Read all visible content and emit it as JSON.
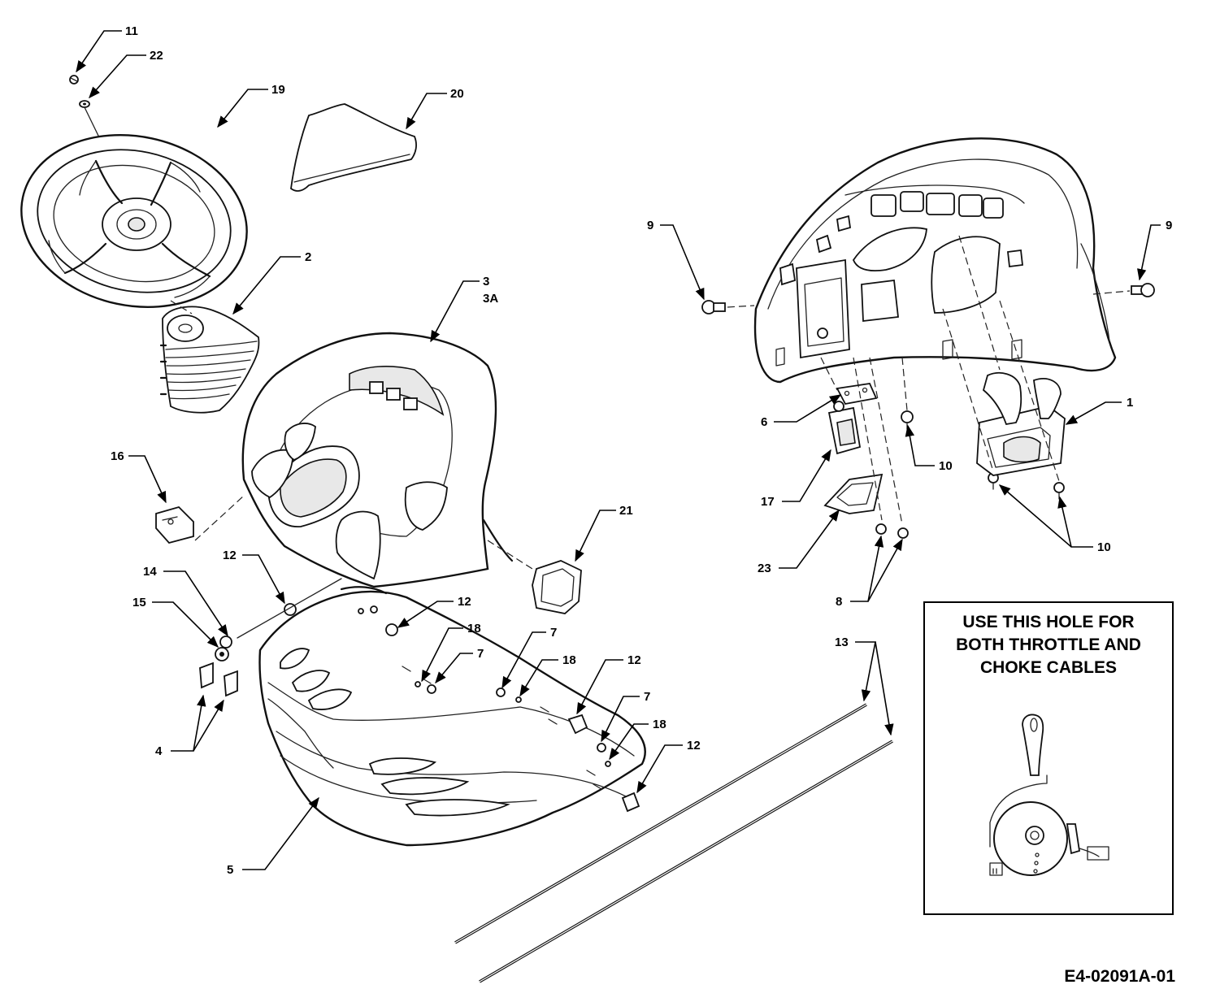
{
  "callouts": [
    {
      "id": "c11",
      "text": "11"
    },
    {
      "id": "c22",
      "text": "22"
    },
    {
      "id": "c19",
      "text": "19"
    },
    {
      "id": "c20",
      "text": "20"
    },
    {
      "id": "c2",
      "text": "2"
    },
    {
      "id": "c3",
      "text": "3"
    },
    {
      "id": "c3a",
      "text": "3A"
    },
    {
      "id": "c16",
      "text": "16"
    },
    {
      "id": "c21",
      "text": "21"
    },
    {
      "id": "c12a",
      "text": "12"
    },
    {
      "id": "c14",
      "text": "14"
    },
    {
      "id": "c15",
      "text": "15"
    },
    {
      "id": "c12b",
      "text": "12"
    },
    {
      "id": "c18a",
      "text": "18"
    },
    {
      "id": "c7a",
      "text": "7"
    },
    {
      "id": "c4",
      "text": "4"
    },
    {
      "id": "c7b",
      "text": "7"
    },
    {
      "id": "c18b",
      "text": "18"
    },
    {
      "id": "c12c",
      "text": "12"
    },
    {
      "id": "c7c",
      "text": "7"
    },
    {
      "id": "c18c",
      "text": "18"
    },
    {
      "id": "c12d",
      "text": "12"
    },
    {
      "id": "c5",
      "text": "5"
    },
    {
      "id": "c13",
      "text": "13"
    },
    {
      "id": "c9a",
      "text": "9"
    },
    {
      "id": "c9b",
      "text": "9"
    },
    {
      "id": "c1",
      "text": "1"
    },
    {
      "id": "c6",
      "text": "6"
    },
    {
      "id": "c10a",
      "text": "10"
    },
    {
      "id": "c17",
      "text": "17"
    },
    {
      "id": "c10b",
      "text": "10"
    },
    {
      "id": "c23",
      "text": "23"
    },
    {
      "id": "c8",
      "text": "8"
    }
  ],
  "note": {
    "text": "USE THIS HOLE FOR\nBOTH THROTTLE AND\nCHOKE CABLES"
  },
  "document_code": "E4-02091A-01"
}
